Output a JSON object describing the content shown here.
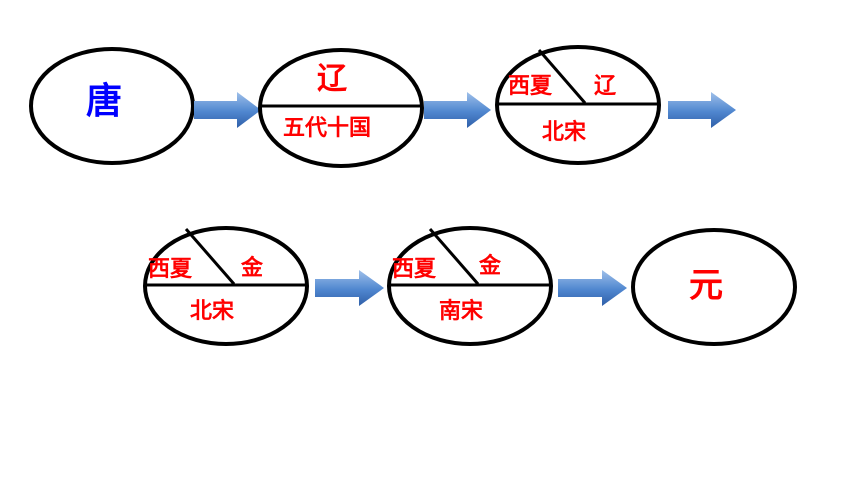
{
  "colors": {
    "outline": "#000000",
    "red_text": "#ff0000",
    "blue_text": "#0000ff",
    "arrow_light": "#9fc0ea",
    "arrow_dark": "#3d6fb8"
  },
  "nodes": {
    "tang": {
      "label": "唐"
    },
    "liao_wudai": {
      "top": "辽",
      "bottom": "五代十国"
    },
    "xixia_liao_beisong": {
      "top_left": "西夏",
      "top_right": "辽",
      "bottom": "北宋"
    },
    "xixia_jin_beisong": {
      "top_left": "西夏",
      "top_right": "金",
      "bottom": "北宋"
    },
    "xixia_jin_nansong": {
      "top_left": "西夏",
      "top_right": "金",
      "bottom": "南宋"
    },
    "yuan": {
      "label": "元"
    }
  },
  "arrows": [
    "arrow",
    "arrow",
    "arrow",
    "arrow",
    "arrow"
  ]
}
